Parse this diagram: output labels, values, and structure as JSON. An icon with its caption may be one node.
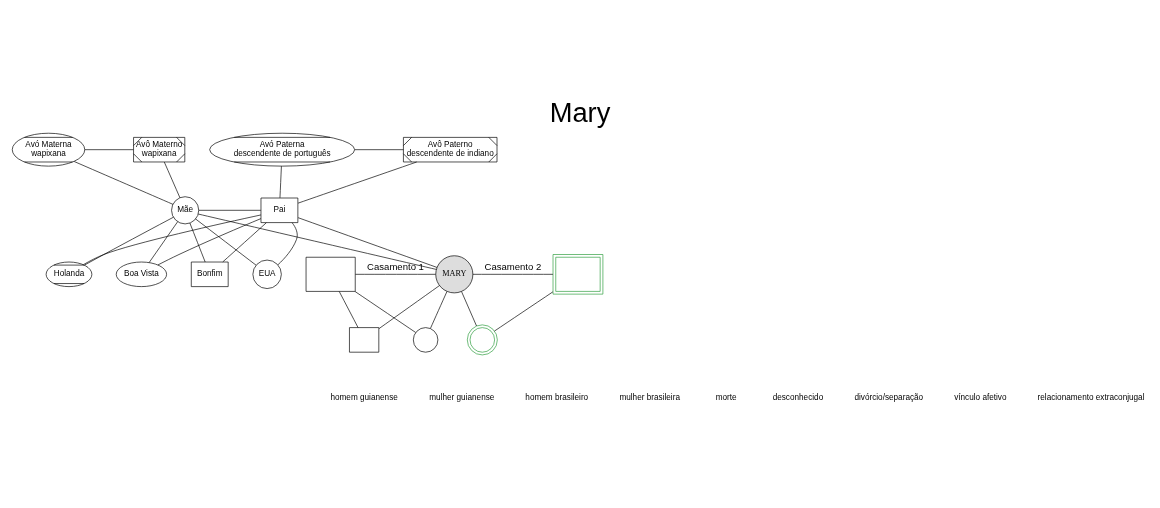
{
  "diagram": {
    "title": "Mary",
    "nodes": [
      {
        "text": [
          "Avó Materna",
          "wapixana"
        ]
      },
      {
        "text": [
          "Avô Materno",
          "wapixana"
        ]
      },
      {
        "text": [
          "Avó Paterna",
          "descendente de português"
        ]
      },
      {
        "text": [
          "Avô Paterno",
          "descendente de indiano"
        ]
      },
      {
        "text": [
          "Mãe"
        ]
      },
      {
        "text": [
          "Boa Vista"
        ]
      },
      {
        "text": [
          "Holanda"
        ]
      },
      {
        "text": [
          "EUA"
        ]
      },
      {
        "text": [
          "Bonfim"
        ]
      },
      {
        "text": [
          "Pai"
        ]
      },
      {
        "text": [],
        "shape": "box"
      },
      {
        "text": [],
        "shape": "circle"
      },
      {
        "text": [],
        "shape": "box"
      },
      {
        "text": [
          "MARY"
        ]
      },
      {
        "text": [],
        "shape": "circle"
      },
      {
        "text": [],
        "shape": "box"
      }
    ],
    "edges": [
      {
        "from": 0,
        "to": 1,
        "arrow": "none"
      },
      {
        "from": 2,
        "to": 3,
        "arrow": "none"
      },
      {
        "from": 0,
        "to": 4,
        "arrow": "none"
      },
      {
        "from": 1,
        "to": 4,
        "arrow": "none"
      },
      {
        "from": 2,
        "to": 9,
        "arrow": "none"
      },
      {
        "from": 3,
        "to": 9,
        "arrow": "none"
      },
      {
        "from": 4,
        "to": 9,
        "arrow": "none"
      },
      {
        "from": 4,
        "to": 5,
        "arrow": "none"
      },
      {
        "from": 9,
        "to": 5,
        "arrow": "none"
      },
      {
        "from": 4,
        "to": 6,
        "arrow": "none"
      },
      {
        "from": 9,
        "to": 6,
        "arrow": "none"
      },
      {
        "from": 4,
        "to": 13,
        "arrow": "none"
      },
      {
        "from": 9,
        "to": 13,
        "arrow": "none"
      },
      {
        "from": 4,
        "to": 7,
        "arrow": "none"
      },
      {
        "from": 9,
        "to": 7,
        "arrow": "none"
      },
      {
        "from": 4,
        "to": 8,
        "arrow": "none"
      },
      {
        "from": 9,
        "to": 8,
        "arrow": "none"
      },
      {
        "from": 10,
        "to": 13,
        "arrow": "none",
        "label": "Casamento 1"
      },
      {
        "from": 10,
        "to": 11,
        "arrow": "none"
      },
      {
        "from": 13,
        "to": 11,
        "arrow": "none"
      },
      {
        "from": 10,
        "to": 12,
        "arrow": "none"
      },
      {
        "from": 13,
        "to": 12,
        "arrow": "none"
      },
      {
        "from": 13,
        "to": 15,
        "arrow": "none",
        "label": "Casamento 2"
      },
      {
        "from": 13,
        "to": 14,
        "arrow": "none"
      },
      {
        "from": 15,
        "to": 14,
        "arrow": "none"
      }
    ],
    "legend": [
      {
        "text": "homem guianense"
      },
      {
        "text": "mulher guianense"
      },
      {
        "text": "homem brasileiro"
      },
      {
        "text": "mulher brasileira"
      },
      {
        "text": "morte"
      },
      {
        "text": "desconhecido"
      },
      {
        "text": "divórcio/separação"
      },
      {
        "text": "vínculo afetivo"
      },
      {
        "text": "relacionamento extraconjugal"
      }
    ]
  }
}
